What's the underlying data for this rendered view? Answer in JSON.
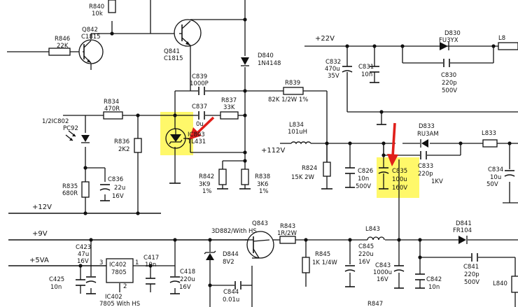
{
  "rails": {
    "v22": "+22V",
    "v112": "+112V",
    "v12": "+12V",
    "v9": "+9V",
    "v5a": "+5VA"
  },
  "components": {
    "r840": {
      "ref": "R840",
      "value": "10k"
    },
    "q842": {
      "ref": "Q842",
      "value": "C1815"
    },
    "r846": {
      "ref": "R846",
      "value": "22K"
    },
    "q841": {
      "ref": "Q841",
      "value": "C1815"
    },
    "d840": {
      "ref": "D840",
      "value": "1N4148"
    },
    "c839": {
      "ref": "C839",
      "value": "1000P"
    },
    "r839": {
      "ref": "R839",
      "value": "82K 1/2W 1%"
    },
    "r834": {
      "ref": "R834",
      "value": "470R"
    },
    "ic802": {
      "ref": "1/2IC802",
      "value": "PC92"
    },
    "c837": {
      "ref": "C837",
      "value": "0u"
    },
    "r837": {
      "ref": "R837",
      "value": "33K"
    },
    "ic803": {
      "ref": "IC803",
      "value": "TL431"
    },
    "r836": {
      "ref": "R836",
      "value": "2K2"
    },
    "r842": {
      "ref": "R842",
      "value": "3K9",
      "tol": "1%"
    },
    "r838": {
      "ref": "R838",
      "value": "3K6",
      "tol": "1%"
    },
    "c836": {
      "ref": "C836",
      "value": "22u",
      "volt": "16V"
    },
    "r835": {
      "ref": "R835",
      "value": "680R"
    },
    "l834": {
      "ref": "L834",
      "value": "101uH"
    },
    "r824": {
      "ref": "R824",
      "value": "15K 2W"
    },
    "c826": {
      "ref": "C826",
      "value": "10n",
      "volt": "500V"
    },
    "c835": {
      "ref": "C835",
      "value": "100u",
      "volt": "160V"
    },
    "c833": {
      "ref": "C833",
      "value": "220p",
      "volt": "1KV"
    },
    "d833": {
      "ref": "D833",
      "value": "RU3AM"
    },
    "l833": {
      "ref": "L833"
    },
    "c834": {
      "ref": "C834",
      "value": "10u",
      "volt": "50V"
    },
    "c832": {
      "ref": "C832",
      "value": "470u",
      "volt": "35V"
    },
    "c831": {
      "ref": "C831",
      "value": "10n"
    },
    "d830": {
      "ref": "D830",
      "value": "FU3YX"
    },
    "c830": {
      "ref": "C830",
      "value": "220p",
      "volt": "500V"
    },
    "l8": {
      "ref": "L8"
    },
    "q843": {
      "ref": "Q843",
      "value": "3D882/With HS"
    },
    "r843": {
      "ref": "R843",
      "value": "1R/2W"
    },
    "l843": {
      "ref": "L843"
    },
    "d841": {
      "ref": "D841",
      "value": "FR104"
    },
    "c423": {
      "ref": "C423",
      "value": "47u",
      "volt": "16V"
    },
    "ic402": {
      "ref": "IC402",
      "value": "7805",
      "pin1": "1",
      "pin2": "2",
      "pin3": "3",
      "note": "7805 With HS"
    },
    "c417": {
      "ref": "C417",
      "value": "10n"
    },
    "c418": {
      "ref": "C418",
      "value": "220u",
      "volt": "16V"
    },
    "c425": {
      "ref": "C425",
      "value": "10n"
    },
    "d844": {
      "ref": "D844",
      "value": "8V2"
    },
    "c844": {
      "ref": "C844",
      "value": "0.01u"
    },
    "r845": {
      "ref": "R845",
      "value": "1K 1/4W"
    },
    "c845": {
      "ref": "C845",
      "value": "220u",
      "volt": "16V"
    },
    "c843": {
      "ref": "C843",
      "value": "1000u",
      "volt": "16V"
    },
    "c842": {
      "ref": "C842",
      "value": "10n"
    },
    "c841": {
      "ref": "C841",
      "value": "220p",
      "volt": "500V"
    },
    "l840": {
      "ref": "L840"
    },
    "r847": {
      "ref": "R847"
    }
  },
  "annotations": {
    "highlight_color": "#fff86a",
    "arrow_color": "#e0201b"
  }
}
